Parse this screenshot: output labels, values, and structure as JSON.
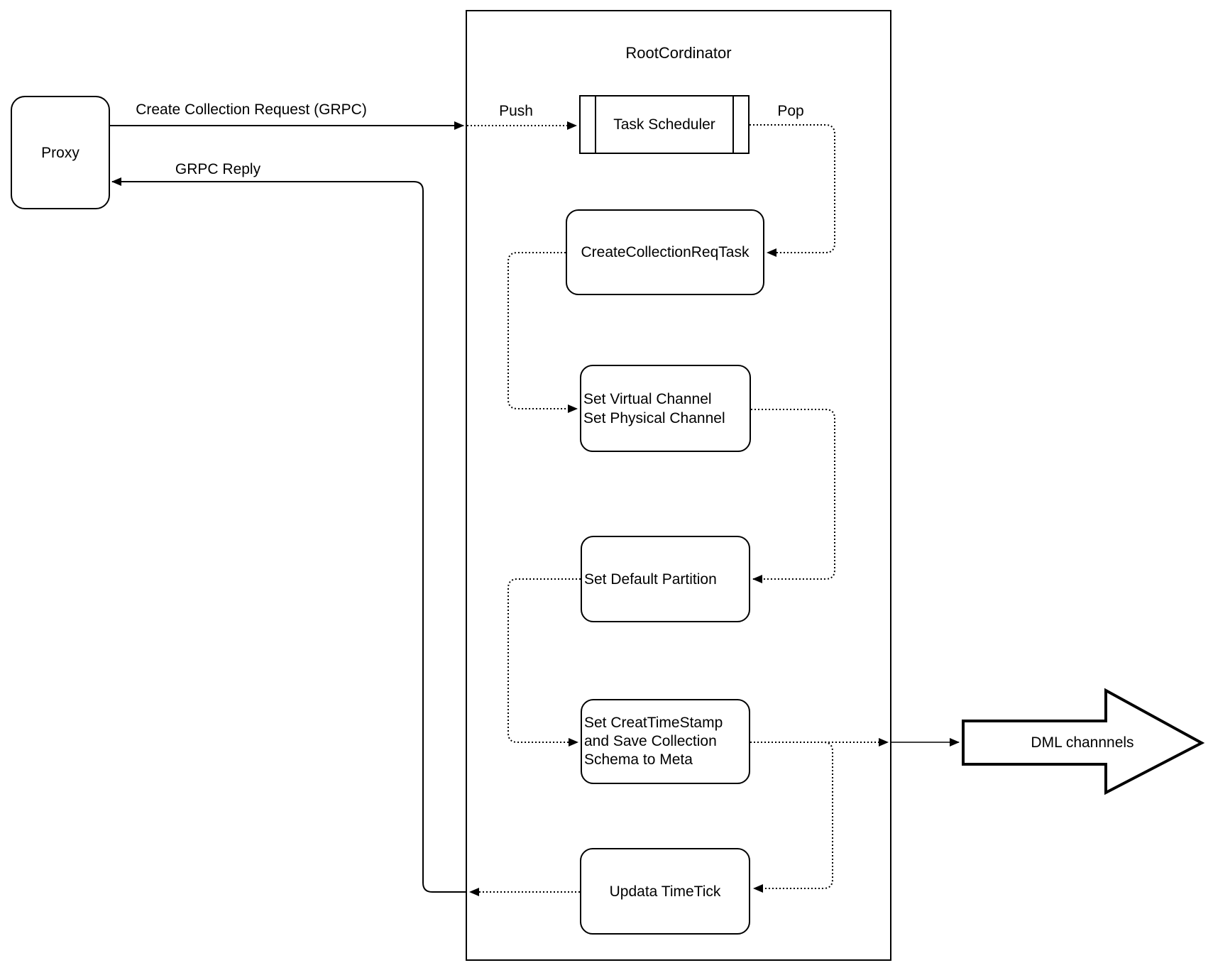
{
  "colors": {
    "stroke": "#000000",
    "background": "#ffffff"
  },
  "proxy_label": "Proxy",
  "container_title": "RootCordinator",
  "nodes": {
    "task_scheduler": "Task Scheduler",
    "create_collection_req_task": "CreateCollectionReqTask",
    "set_channels": "Set Virtual Channel\nSet Physical Channel",
    "set_default_partition": "Set Default Partition",
    "set_create_timestamp": "Set CreatTimeStamp\nand Save Collection\nSchema to Meta",
    "update_timetick": "Updata TimeTick"
  },
  "edge_labels": {
    "create_collection_request": "Create Collection Request (GRPC)",
    "grpc_reply": "GRPC Reply",
    "push": "Push",
    "pop": "Pop"
  },
  "dml_label": "DML channnels"
}
